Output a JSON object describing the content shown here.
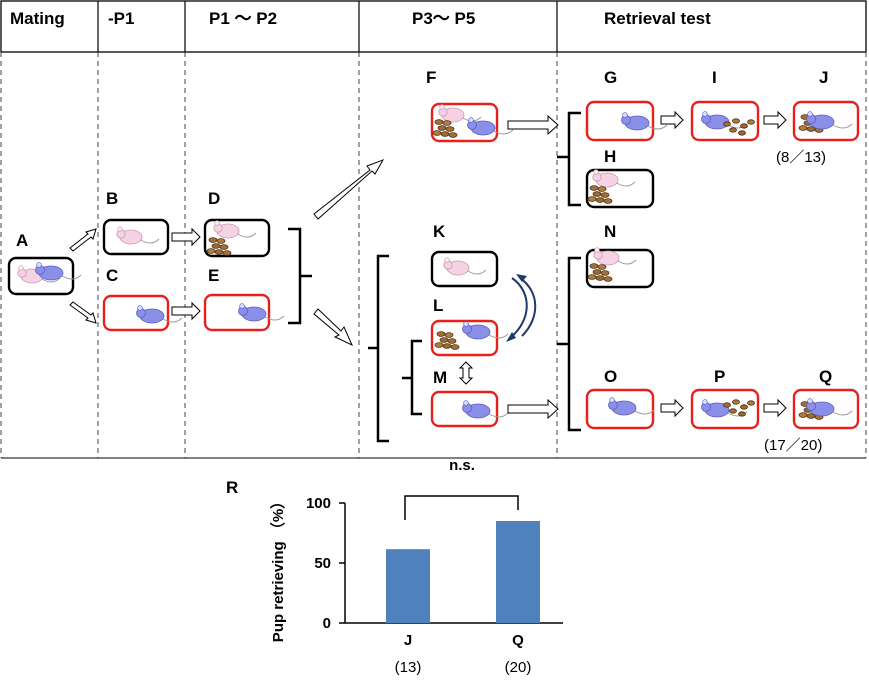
{
  "header": {
    "mating": "Mating",
    "p1": "-P1",
    "p1p2": "P1 ～ P2",
    "p3p5": "P3～ P5",
    "retrieval": "Retrieval test"
  },
  "panels": {
    "A": "A",
    "B": "B",
    "C": "C",
    "D": "D",
    "E": "E",
    "F": "F",
    "G": "G",
    "H": "H",
    "I": "I",
    "J": "J",
    "K": "K",
    "L": "L",
    "M": "M",
    "N": "N",
    "O": "O",
    "P": "P",
    "Q": "Q",
    "R": "R"
  },
  "ratios": {
    "j": "(8／13)",
    "q": "(17／20)"
  },
  "colors": {
    "red_box": "#e8201c",
    "black_box": "#000000",
    "bar": "#4f81bd",
    "male": "#8a8fe8",
    "female": "#f3c8dc",
    "pup": "#9a6a32"
  },
  "chart_data": {
    "type": "bar",
    "categories": [
      "J",
      "Q"
    ],
    "category_counts": [
      "(13)",
      "(20)"
    ],
    "values": [
      61.5,
      85
    ],
    "ylabel": "Pup retrieving （%）",
    "ylim": [
      0,
      100
    ],
    "yticks": [
      "0",
      "50",
      "100"
    ],
    "significance": "n.s.",
    "grid": false
  }
}
